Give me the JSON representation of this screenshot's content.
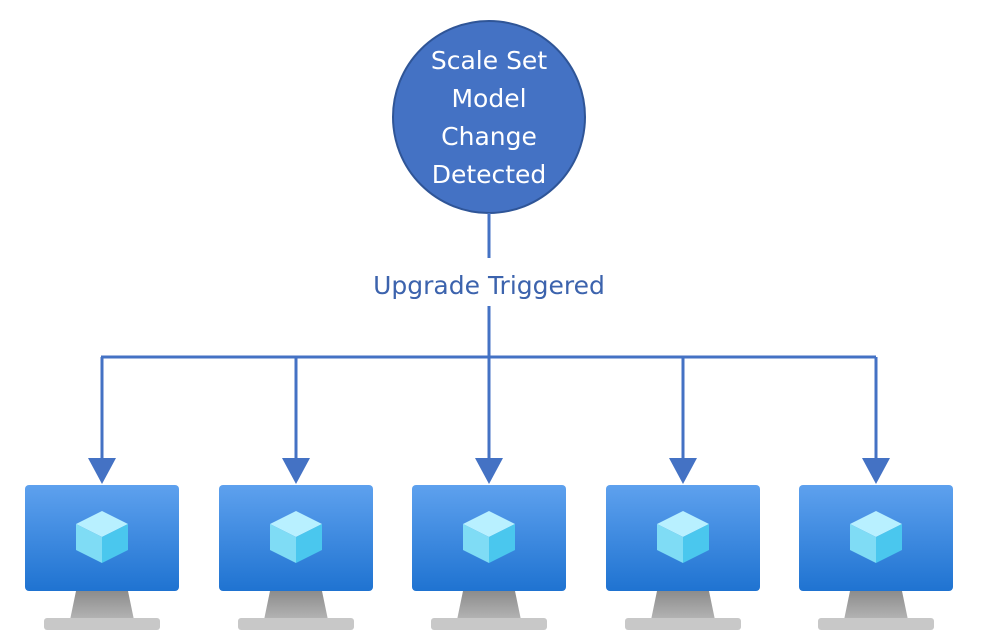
{
  "diagram": {
    "root": {
      "lines": [
        "Scale Set",
        "Model",
        "Change",
        "Detected"
      ],
      "fill": "#4472c4",
      "stroke": "#2f5597"
    },
    "edge_label": "Upgrade Triggered",
    "colors": {
      "connector": "#4472c4",
      "label_text": "#3c63ad",
      "monitor_screen_top": "#5ea1ee",
      "monitor_screen_bottom": "#1f73d1",
      "monitor_stand": "#9a9a9a",
      "monitor_base": "#c8c8c8",
      "cube_top": "#b8f0ff",
      "cube_left": "#7fdcf5",
      "cube_right": "#4ac7ee"
    },
    "monitors": [
      {
        "icon": "vm-monitor-icon"
      },
      {
        "icon": "vm-monitor-icon"
      },
      {
        "icon": "vm-monitor-icon"
      },
      {
        "icon": "vm-monitor-icon"
      },
      {
        "icon": "vm-monitor-icon"
      }
    ]
  }
}
